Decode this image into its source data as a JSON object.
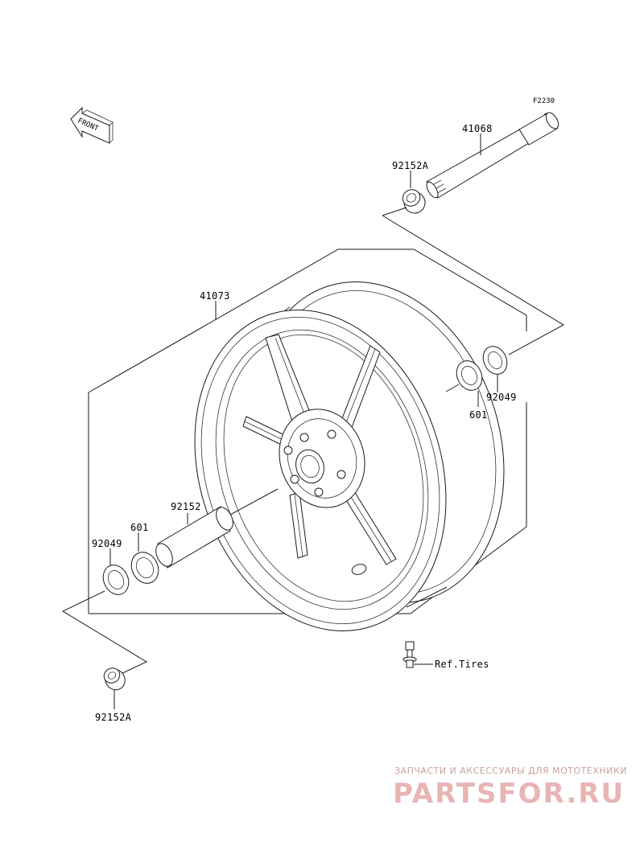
{
  "figure_code": "F2230",
  "front_label": "FRONT",
  "parts": {
    "axle": "41068",
    "collar_top": "92152A",
    "wheel": "41073",
    "seal_right": "92049",
    "bearing_right": "601",
    "spacer": "92152",
    "bearing_left": "601",
    "seal_left": "92049",
    "collar_bottom": "92152A"
  },
  "reference": "Ref.Tires",
  "watermark": {
    "tagline": "ЗАПЧАСТИ И АКСЕССУАРЫ ДЛЯ МОТОТЕХНИКИ",
    "brand": "PARTSFOR.RU"
  }
}
